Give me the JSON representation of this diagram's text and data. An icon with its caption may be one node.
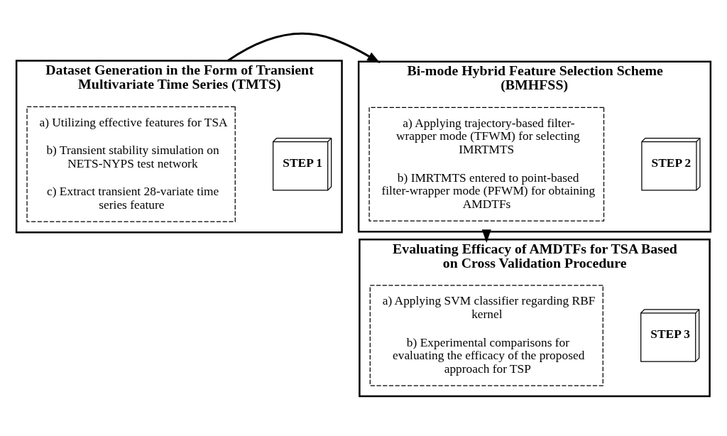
{
  "diagram": {
    "nodes": [
      {
        "text": [
          "Dataset Generation in the Form of Transient Multivariate Time Series (TMTS)"
        ]
      },
      {
        "text": [
          "STEP 1"
        ],
        "in": 0
      },
      {
        "text": [
          "a) Utilizing effective features for TSA",
          "b) Transient stability simulation on NETS-NYPS test network",
          "c) Extract transient 28-variate time series feature"
        ],
        "in": 0
      },
      {
        "text": [
          "Bi-mode Hybrid Feature Selection Scheme (BMHFSS)"
        ]
      },
      {
        "text": [
          "STEP 2"
        ],
        "in": 3
      },
      {
        "text": [
          "a) Applying trajectory-based filter-wrapper mode (TFWM) for selecting IMRTMTS",
          "b) IMRTMTS entered to point-based filter-wrapper mode (PFWM) for obtaining AMDTFs"
        ],
        "in": 3
      },
      {
        "text": [
          "Evaluating Efficacy of AMDTFs for TSA Based on Cross Validation Procedure"
        ]
      },
      {
        "text": [
          "STEP 3"
        ],
        "in": 6
      },
      {
        "text": [
          "a) Applying SVM classifier regarding RBF kernel",
          "b) Experimental comparisons for evaluating the efficacy of the proposed approach for TSP"
        ],
        "in": 6
      }
    ],
    "edges": [
      {
        "from": 0,
        "to": 3,
        "arrow": "to"
      },
      {
        "from": 3,
        "to": 6,
        "arrow": "to"
      }
    ]
  }
}
